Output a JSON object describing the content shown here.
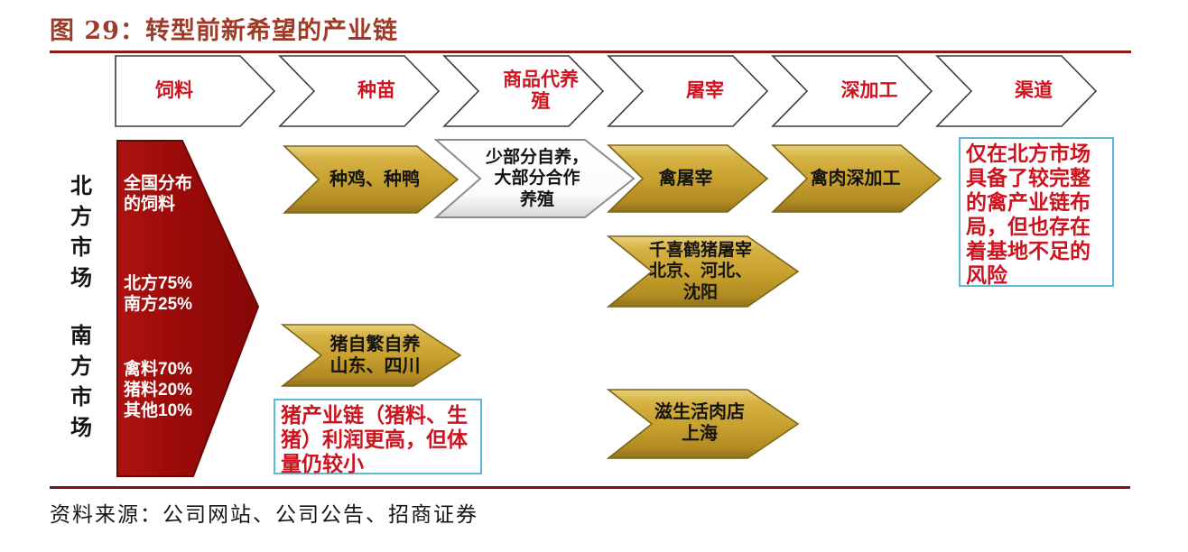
{
  "figure": {
    "title": "图 29：转型前新希望的产业链",
    "source": "资料来源：公司网站、公司公告、招商证券"
  },
  "header": {
    "steps": [
      "饲料",
      "种苗",
      "商品代养殖",
      "屠宰",
      "深加工",
      "渠道"
    ]
  },
  "markets": {
    "north": "北方市场",
    "south": "南方市场"
  },
  "feed": {
    "national": "全国分布的饲料",
    "regional_split": "北方75%\n南方25%",
    "product_split": "禽料70%\n猪料20%\n其他10%"
  },
  "arrows": {
    "breeding": "种鸡、种鸭",
    "contract_farming": "少部分自养，\n大部分合作\n养殖",
    "poultry_slaughter": "禽屠宰",
    "poultry_processing": "禽肉深加工",
    "qianxihe": "千喜鹤猪屠宰\n北京、河北、\n沈阳",
    "pig_farming": "猪自繁自养\n山东、四川",
    "meat_shop": "滋生活肉店\n上海"
  },
  "notes": {
    "north_market": "仅在北方市场具备了较完整的禽产业链布局，但也存在着基地不足的风险",
    "pig_chain": "猪产业链（猪料、生猪）利润更高，但体量仍较小"
  },
  "colors": {
    "title_red": "#9E3A28",
    "rule_maroon": "#8B1A16",
    "step_text_red": "#D0121F",
    "gold_fill": "#C9A22F",
    "pentagon_red": "#9B0B09",
    "note_border_blue": "#58B9DA",
    "note_text_red": "#CC1420"
  }
}
